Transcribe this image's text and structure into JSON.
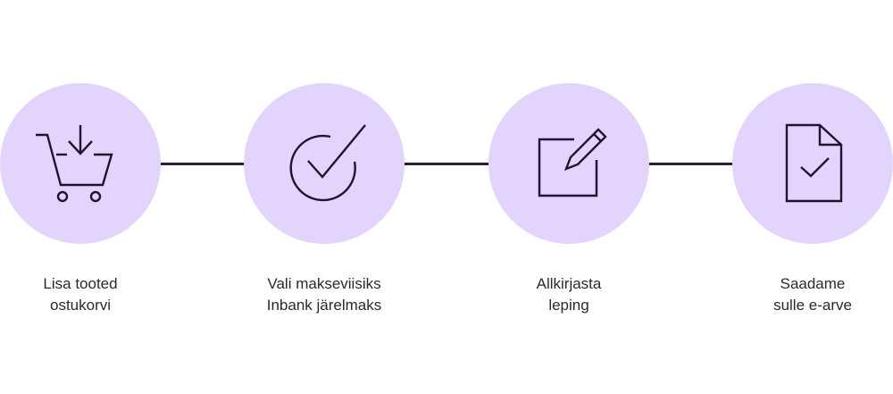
{
  "steps": [
    {
      "icon": "cart-add-icon",
      "line1": "Lisa tooted",
      "line2": "ostukorvi"
    },
    {
      "icon": "check-circle-icon",
      "line1": "Vali makseviisiks",
      "line2": "Inbank järelmaks"
    },
    {
      "icon": "edit-sign-icon",
      "line1": "Allkirjasta",
      "line2": "leping"
    },
    {
      "icon": "document-check-icon",
      "line1": "Saadame",
      "line2": "sulle e-arve"
    }
  ],
  "colors": {
    "circle": "#e2d4fc",
    "line": "#2b1d3b"
  }
}
